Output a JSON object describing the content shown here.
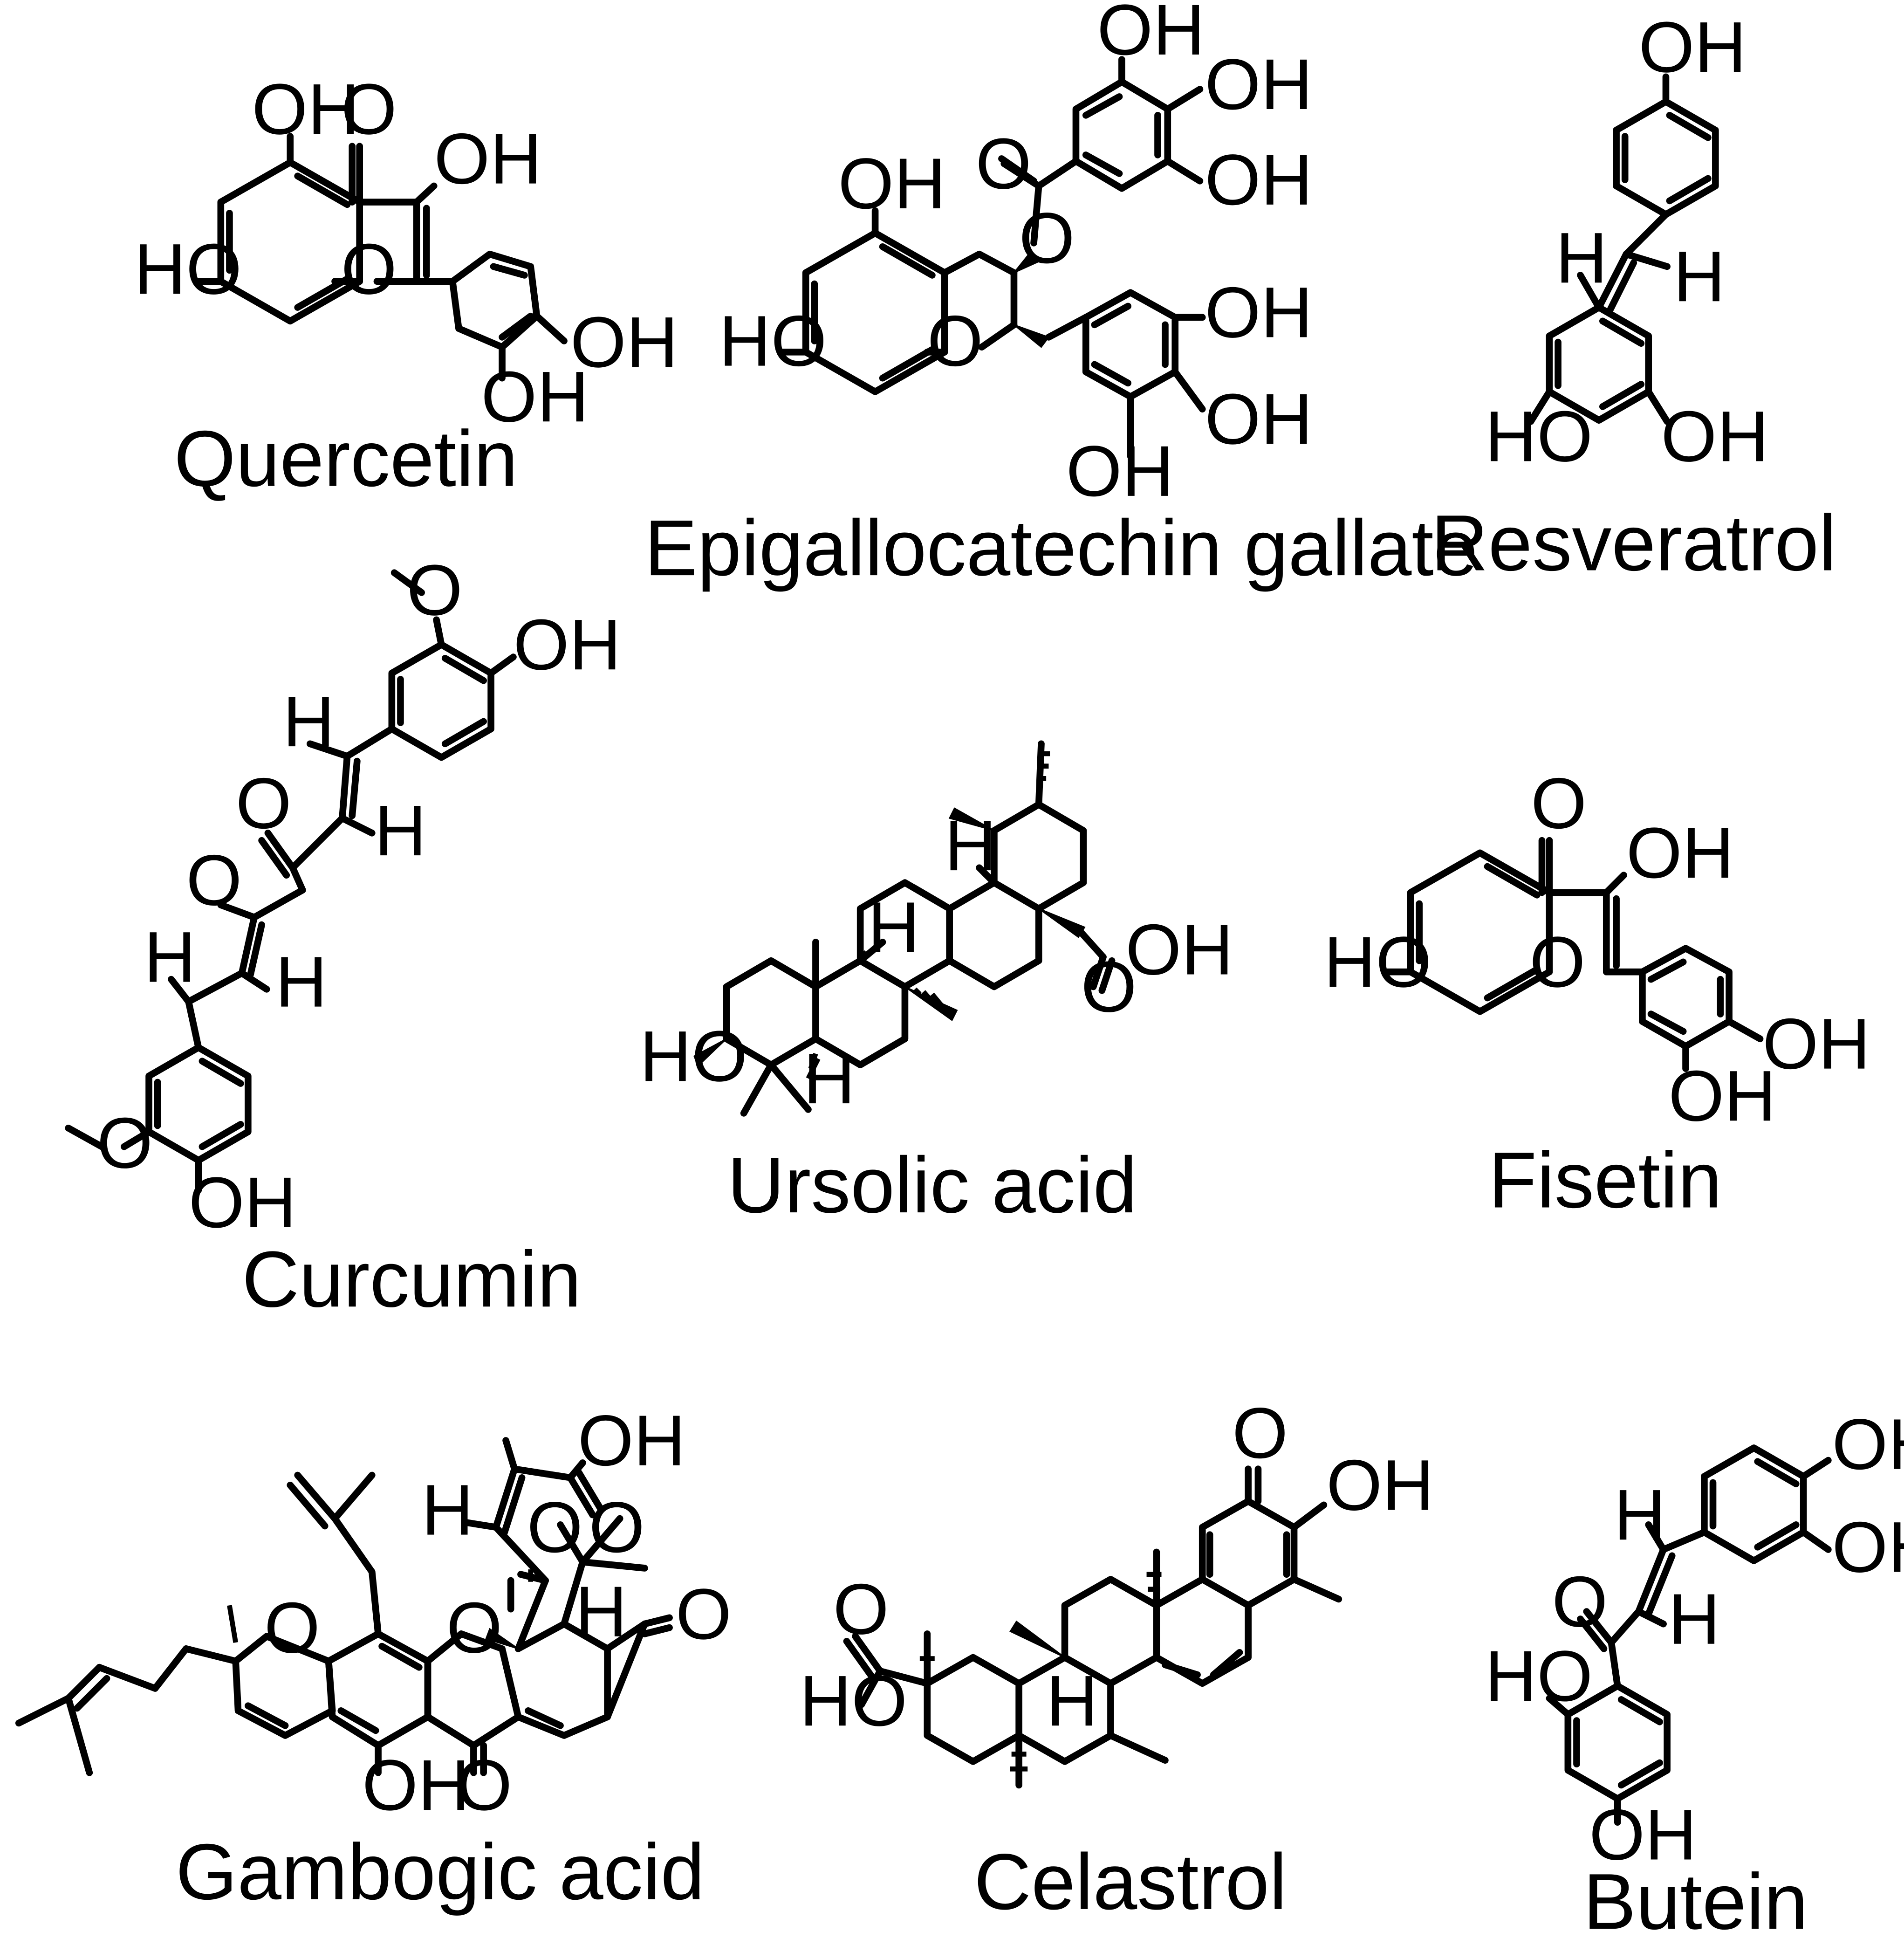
{
  "compounds": [
    {
      "name": "Quercetin",
      "atom_labels": [
        "HO",
        "OH",
        "O",
        "OH",
        "O",
        "OH",
        "OH"
      ]
    },
    {
      "name": "Epigallocatechin gallate",
      "atom_labels": [
        "OH",
        "OH",
        "OH",
        "O",
        "O",
        "OH",
        "HO",
        "O",
        "OH",
        "OH",
        "OH"
      ]
    },
    {
      "name": "Resveratrol",
      "atom_labels": [
        "OH",
        "H",
        "H",
        "HO",
        "OH"
      ]
    },
    {
      "name": "Curcumin",
      "atom_labels": [
        "O",
        "OH",
        "H",
        "O",
        "H",
        "O",
        "H",
        "H",
        "O",
        "OH"
      ]
    },
    {
      "name": "Ursolic acid",
      "atom_labels": [
        "H",
        "H",
        "OH",
        "O",
        "HO",
        "H"
      ]
    },
    {
      "name": "Fisetin",
      "atom_labels": [
        "O",
        "OH",
        "HO",
        "O",
        "OH",
        "OH"
      ]
    },
    {
      "name": "Gambogic acid",
      "atom_labels": [
        "OH",
        "H",
        "O",
        "O",
        "O",
        "O",
        "H",
        "O",
        "OH",
        "O"
      ]
    },
    {
      "name": "Celastrol",
      "atom_labels": [
        "O",
        "OH",
        "O",
        "HO",
        "H"
      ]
    },
    {
      "name": "Butein",
      "atom_labels": [
        "OH",
        "H",
        "OH",
        "O",
        "H",
        "HO",
        "OH"
      ]
    }
  ]
}
